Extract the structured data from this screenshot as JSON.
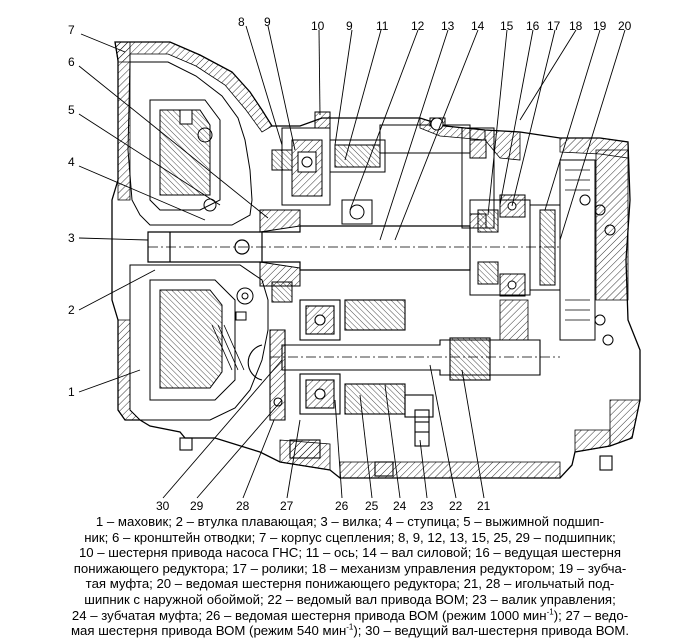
{
  "callouts": {
    "c1": "1",
    "c2": "2",
    "c3": "3",
    "c4": "4",
    "c5": "5",
    "c6": "6",
    "c7": "7",
    "c8": "8",
    "c9": "9",
    "c10": "10",
    "c11": "11",
    "c12": "12",
    "c13": "13",
    "c14": "14",
    "c15": "15",
    "c16": "16",
    "c17": "17",
    "c18": "18",
    "c19": "19",
    "c20": "20",
    "c21": "21",
    "c22": "22",
    "c23": "23",
    "c24": "24",
    "c25": "25",
    "c26": "26",
    "c27": "27",
    "c28": "28",
    "c29": "29",
    "c30": "30"
  },
  "caption": {
    "l1": "1 – маховик; 2 – втулка плавающая; 3 – вилка; 4 – ступица; 5 – выжимной подшип-",
    "l2": "ник; 6 – кронштейн отводки; 7 – корпус сцепления; 8, 9, 12, 13, 15, 25, 29 – подшипник;",
    "l3": "10 – шестерня привода насоса ГНС; 11 – ось; 14 – вал силовой; 16 – ведущая шестерня",
    "l4": "понижающего редуктора; 17 – ролики; 18 – механизм управления редуктором; 19 – зубча-",
    "l5": "тая муфта; 20 – ведомая шестерня понижающего редуктора; 21, 28 – игольчатый под-",
    "l6": "шипник с наружной обоймой; 22 – ведомый вал привода ВОМ; 23 – валик управления;",
    "l7a": "24 – зубчатая муфта; 26 – ведомая шестерня привода ВОМ (режим 1000 мин",
    "l7sup": "-1",
    "l7b": "); 27 – ведо-",
    "l8a": "мая шестерня привода ВОМ (режим 540 мин",
    "l8sup": "-1",
    "l8b": "); 30 – ведущий вал-шестерня привода ВОМ."
  }
}
